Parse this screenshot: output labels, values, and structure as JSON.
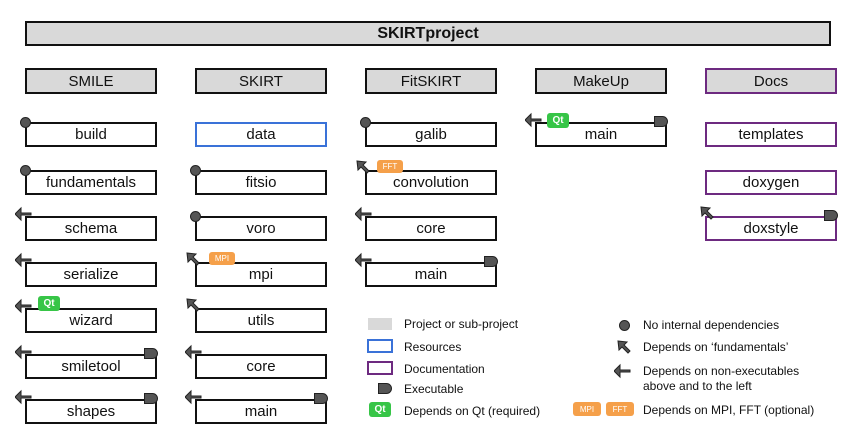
{
  "title": "SKIRTproject",
  "headers": {
    "smile": "SMILE",
    "skirt": "SKIRT",
    "fitskirt": "FitSKIRT",
    "makeup": "MakeUp",
    "docs": "Docs"
  },
  "smile": [
    "build",
    "fundamentals",
    "schema",
    "serialize",
    "wizard",
    "smiletool",
    "shapes"
  ],
  "skirt": [
    "data",
    "fitsio",
    "voro",
    "mpi",
    "utils",
    "core",
    "main"
  ],
  "fitskirt": [
    "galib",
    "convolution",
    "core",
    "main"
  ],
  "makeup": [
    "main"
  ],
  "docs": [
    "templates",
    "doxygen",
    "doxstyle"
  ],
  "badges": {
    "qt": "Qt",
    "mpi": "MPI",
    "fft": "FFT"
  },
  "legend": {
    "project": "Project or sub-project",
    "resources": "Resources",
    "documentation": "Documentation",
    "executable": "Executable",
    "qt": "Depends on Qt (required)",
    "no_deps": "No internal dependencies",
    "fundamentals": "Depends on ‘fundamentals’",
    "nonexec_1": "Depends on non-executables",
    "nonexec_2": "above and to the left",
    "mpi_fft": "Depends on MPI, FFT (optional)"
  },
  "colors": {
    "project_fill": "#d9d9d9",
    "resources": "#3a72d8",
    "documentation": "#6d2a80",
    "qt": "#37c547",
    "optional": "#f5a04a"
  }
}
